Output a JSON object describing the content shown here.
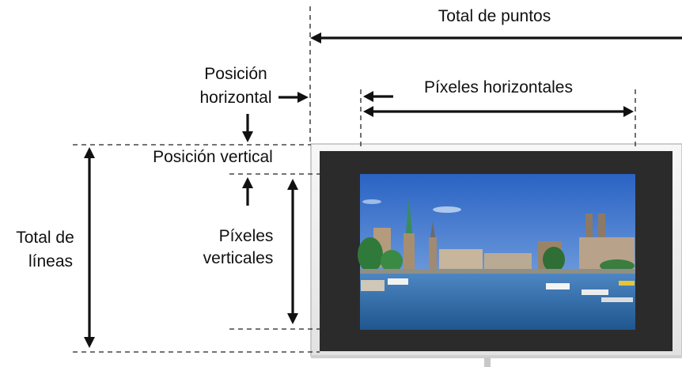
{
  "labels": {
    "total_points": "Total de puntos",
    "horizontal_position_line1": "Posición",
    "horizontal_position_line2": "horizontal",
    "horizontal_pixels": "Píxeles horizontales",
    "vertical_position": "Posición vertical",
    "total_lines_line1": "Total de",
    "total_lines_line2": "líneas",
    "vertical_pixels_line1": "Píxeles",
    "vertical_pixels_line2": "verticales"
  },
  "colors": {
    "screen_frame": "#f0f0f0",
    "screen_border": "#bdbdbd",
    "active_area": "#2b2b2b",
    "sky": "#3f7fd0",
    "water": "#2f6fb0",
    "ink": "#111111"
  },
  "icons": {
    "screen": "projection-screen-icon",
    "photo": "city-river-photo"
  }
}
